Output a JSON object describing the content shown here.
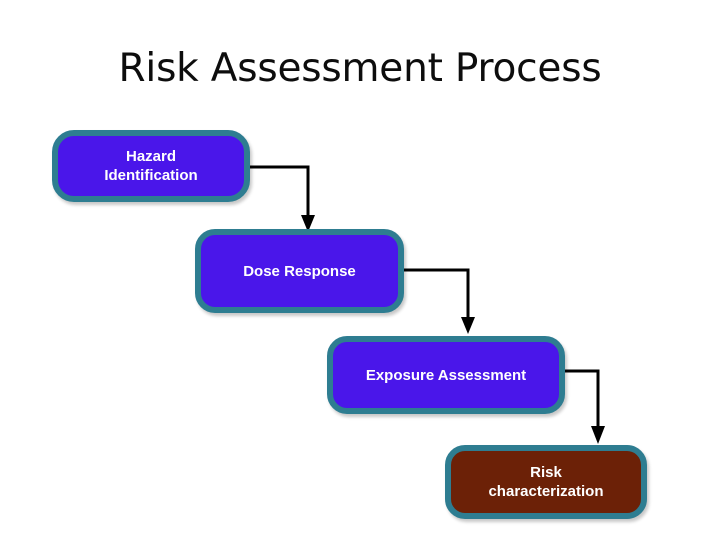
{
  "slide": {
    "title": "Risk Assessment Process",
    "background_color": "#ffffff",
    "title_color": "#0d0d0d"
  },
  "theme": {
    "box_border_color": "#2e7d91",
    "box_fill_blue": "#4a16ea",
    "box_fill_brown": "#6c2107",
    "box_text_color": "#ffffff",
    "connector_color": "#000000"
  },
  "nodes": [
    {
      "id": "hazard-identification",
      "label": "Hazard\nIdentification",
      "line1": "Hazard",
      "line2": "Identification",
      "fill": "#4a16ea",
      "order": 1
    },
    {
      "id": "dose-response",
      "label": "Dose Response",
      "line1": "Dose Response",
      "line2": "",
      "fill": "#4a16ea",
      "order": 2
    },
    {
      "id": "exposure-assessment",
      "label": "Exposure Assessment",
      "line1": "Exposure Assessment",
      "line2": "",
      "fill": "#4a16ea",
      "order": 3
    },
    {
      "id": "risk-characterization",
      "label": "Risk\ncharacterization",
      "line1": "Risk",
      "line2": "characterization",
      "fill": "#6c2107",
      "order": 4
    }
  ],
  "connectors": [
    {
      "id": "hazard-to-dose",
      "from": "hazard-identification",
      "to": "dose-response",
      "style": "elbow-arrow"
    },
    {
      "id": "dose-to-exposure",
      "from": "dose-response",
      "to": "exposure-assessment",
      "style": "elbow-arrow"
    },
    {
      "id": "exposure-to-risk",
      "from": "exposure-assessment",
      "to": "risk-characterization",
      "style": "elbow-arrow"
    }
  ]
}
